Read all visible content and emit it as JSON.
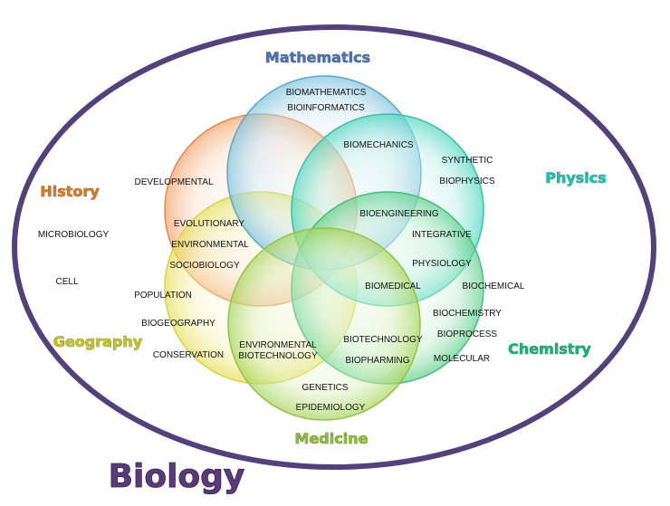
{
  "title": "Biology",
  "fields": {
    "mathematics": "Mathematics",
    "physics": "Physics",
    "history": "History",
    "geography": "Geography",
    "chemistry": "Chemistry",
    "medicine": "Medicine"
  },
  "terms": {
    "biomathematics": "BIOMATHEMATICS",
    "bioinformatics": "BIOINFORMATICS",
    "biomechanics": "BIOMECHANICS",
    "synthetic": "SYNTHETIC",
    "biophysics": "BIOPHYSICS",
    "developmental": "DEVELOPMENTAL",
    "microbiology": "MICROBIOLOGY",
    "evolutionary": "EVOLUTIONARY",
    "environmental": "ENVIRONMENTAL",
    "sociobiology": "SOCIOBIOLOGY",
    "bioengineering": "BIOENGINEERING",
    "integrative": "INTEGRATIVE",
    "physiology": "PHYSIOLOGY",
    "cell": "CELL",
    "population": "POPULATION",
    "biomedical": "BIOMEDICAL",
    "biochemical": "BIOCHEMICAL",
    "biochemistry": "BIOCHEMISTRY",
    "biogeography": "BIOGEOGRAPHY",
    "bioprocess": "BIOPROCESS",
    "conservation": "CONSERVATION",
    "environmental_biotech_1": "ENVIRONMENTAL",
    "environmental_biotech_2": "BIOTECHNOLOGY",
    "biotechnology": "BIOTECHNOLOGY",
    "biopharming": "BIOPHARMING",
    "molecular": "MOLECULAR",
    "genetics": "GENETICS",
    "epidemiology": "EPIDEMIOLOGY"
  },
  "colors": {
    "outer_ellipse": "#54407a",
    "mathematics": "#4a74b4",
    "physics": "#16c4b4",
    "history": "#e0761e",
    "geography": "#c8c41a",
    "chemistry": "#18b478",
    "medicine": "#8cbe2e",
    "title": "#5a3a78"
  }
}
